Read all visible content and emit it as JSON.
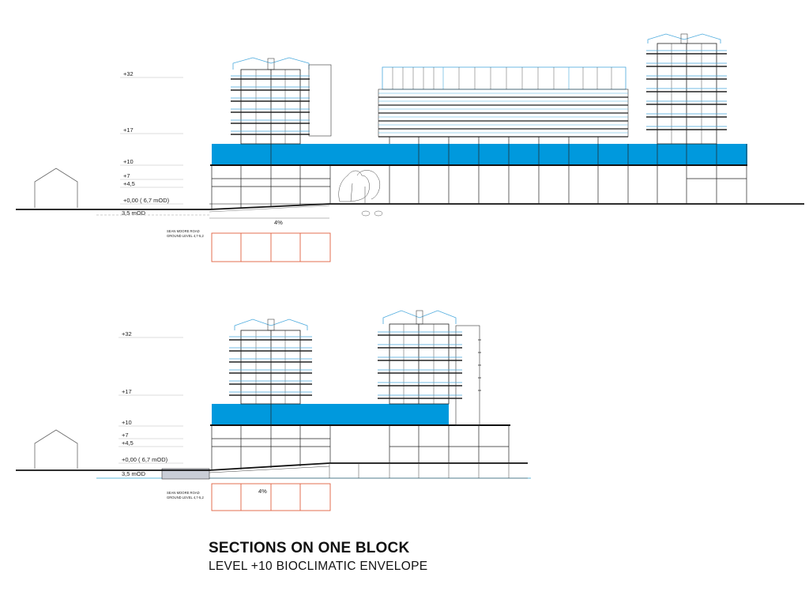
{
  "title": "SECTIONS ON ONE BLOCK",
  "subtitle": "LEVEL +10 BIOCLIMATIC ENVELOPE",
  "colors": {
    "envelope": "#0099dd",
    "roof_line": "#49a9dd",
    "basement": "#e06040",
    "structure": "#111111",
    "water": "#5fb8d8"
  },
  "section_top": {
    "levels": [
      "+32",
      "+17",
      "+10",
      "+7",
      "+4,5",
      "+0,00 (  6,7 mOD)",
      "3,5 mOD"
    ],
    "road_line1": "SEAN MOORE ROAD",
    "road_line2": "GROUND LEVEL 4,7-5,2",
    "slope": "4%"
  },
  "section_bottom": {
    "levels": [
      "+32",
      "+17",
      "+10",
      "+7",
      "+4,5",
      "+0,00 (  6,7 mOD)",
      "3,5 mOD"
    ],
    "road_line1": "SEAN MOORE ROAD",
    "road_line2": "GROUND LEVEL 4,7-5,2",
    "slope": "4%"
  }
}
